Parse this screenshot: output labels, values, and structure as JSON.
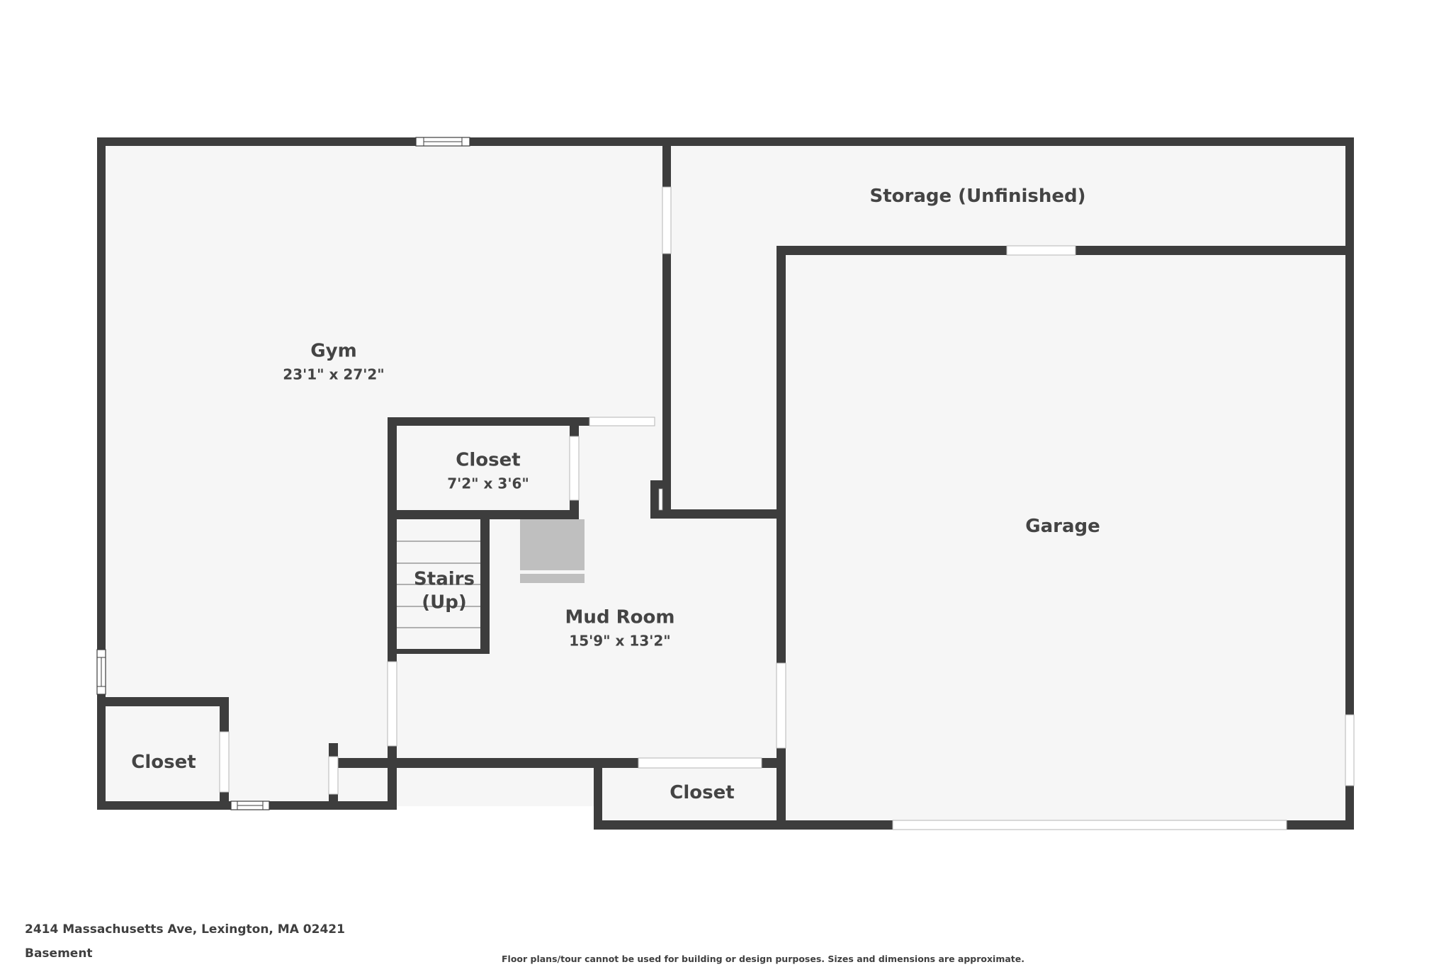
{
  "floor_plan": {
    "level": "Basement",
    "address": "2414 Massachusetts Ave, Lexington, MA 02421",
    "disclaimer": "Floor plans/tour cannot be used for building or design purposes. Sizes and dimensions are approximate.",
    "colors": {
      "wall": "#3d3d3d",
      "floor": "#f6f6f6",
      "text": "#444444",
      "appliance": "#bfbfbf"
    },
    "rooms": {
      "gym": {
        "name": "Gym",
        "dimensions": "23'1\" x 27'2\""
      },
      "storage": {
        "name": "Storage (Unfinished)"
      },
      "garage": {
        "name": "Garage"
      },
      "closet_upper": {
        "name": "Closet",
        "dimensions": "7'2\" x 3'6\""
      },
      "stairs": {
        "name": "Stairs",
        "name_line2": "(Up)"
      },
      "mud_room": {
        "name": "Mud Room",
        "dimensions": "15'9\" x 13'2\""
      },
      "closet_left": {
        "name": "Closet"
      },
      "closet_bottom": {
        "name": "Closet"
      }
    }
  }
}
